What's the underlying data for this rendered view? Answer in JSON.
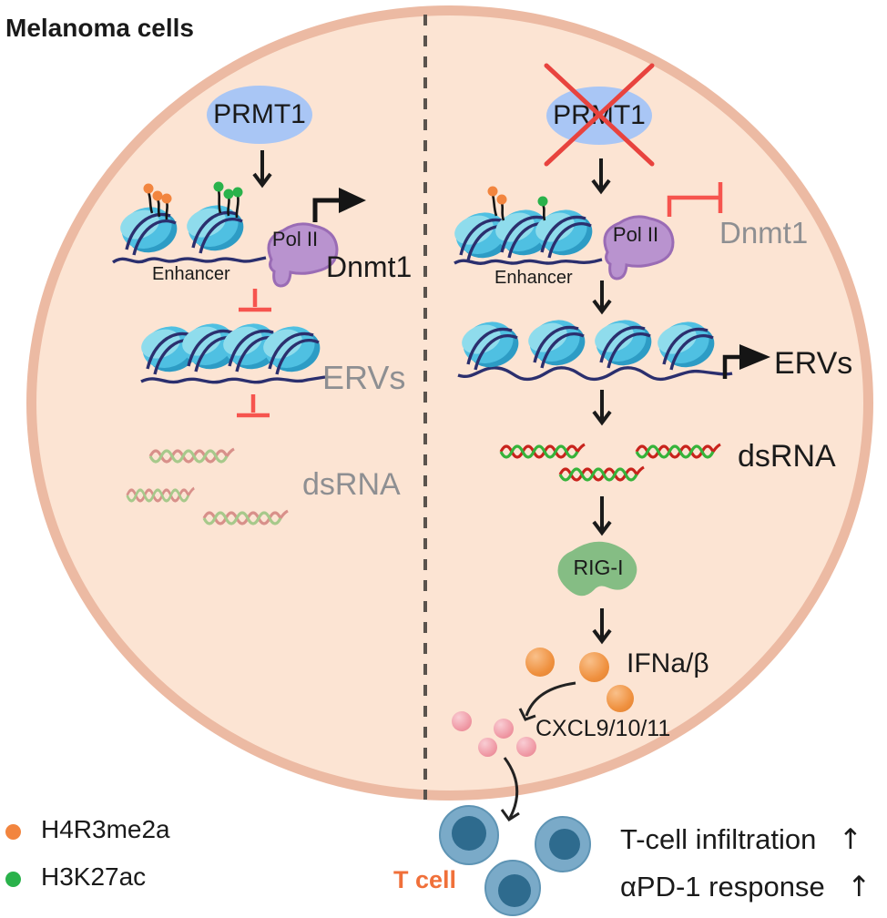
{
  "title": "Melanoma cells",
  "legend": {
    "items": [
      {
        "label": "H4R3me2a",
        "color": "#f2853f"
      },
      {
        "label": "H3K27ac",
        "color": "#2ab24b"
      }
    ]
  },
  "left_pathway": {
    "prmt1": "PRMT1",
    "enhancer": "Enhancer",
    "pol2": "Pol II",
    "dnmt1": "Dnmt1",
    "ervs": "ERVs",
    "dsrna": "dsRNA"
  },
  "right_pathway": {
    "prmt1": "PRMT1",
    "enhancer": "Enhancer",
    "pol2": "Pol II",
    "dnmt1": "Dnmt1",
    "ervs": "ERVs",
    "dsrna": "dsRNA",
    "rigi": "RIG-I",
    "ifn": "IFNa/β",
    "cxcl": "CXCL9/10/11"
  },
  "tcell_section": {
    "tcell_label": "T cell",
    "infiltration": "T-cell infiltration",
    "infiltration_arrow": "↑",
    "pd1_response": "αPD-1 response",
    "pd1_arrow": "↑"
  },
  "colors": {
    "cell_fill": "#fce4d3",
    "cell_membrane": "#ecbaa3",
    "prmt1_blue": "#a9c6f5",
    "nucleosome_teal": "#4fc0e2",
    "dna_navy": "#2b2f6e",
    "pol2_purple": "#b993cf",
    "rigi_green": "#85bd84",
    "inhibit_red": "#f6544e",
    "ifn_orange": "#ef903e",
    "cxcl_pink": "#ef97a3",
    "tcell_blue": "#7aaac8",
    "tcell_text_orange": "#f0703a",
    "suppressed_gray": "#8e8f92"
  }
}
